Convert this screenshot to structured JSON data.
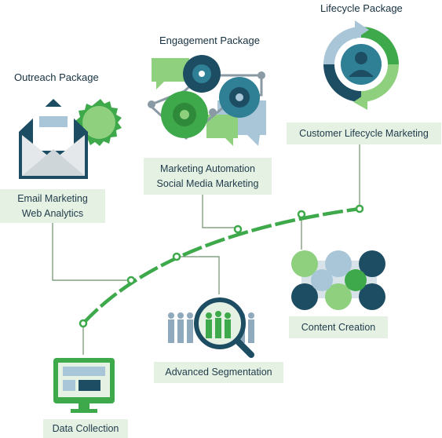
{
  "packages": {
    "outreach": {
      "title": "Outreach Package",
      "items": [
        "Email Marketing",
        "Web Analytics"
      ]
    },
    "engagement": {
      "title": "Engagement Package",
      "items": [
        "Marketing Automation",
        "Social Media Marketing"
      ]
    },
    "lifecycle": {
      "title": "Lifecycle Package",
      "items": [
        "Customer Lifecycle Marketing"
      ]
    }
  },
  "milestones": {
    "data_collection": "Data Collection",
    "advanced_segmentation": "Advanced Segmentation",
    "content_creation": "Content Creation"
  },
  "colors": {
    "green": "#3ea94a",
    "light_green": "#8fd07f",
    "navy": "#1d4d63",
    "teal": "#2f7f95",
    "light_blue": "#a9c6d8",
    "label_bg": "#e5f1e3",
    "connector": "#6e8f6e"
  },
  "icons": [
    "envelope-icon",
    "gears-chat-icon",
    "lifecycle-cycle-icon",
    "monitor-icon",
    "magnifier-people-icon",
    "dots-grid-icon"
  ]
}
